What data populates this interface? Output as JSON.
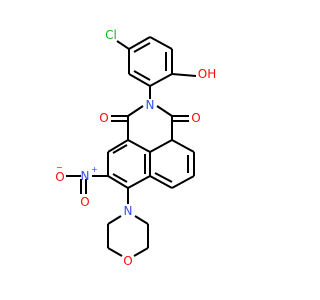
{
  "molecule": {
    "atoms": {
      "cl": "Cl",
      "oh": "OH",
      "n_imide": "N",
      "o_carbonyl_left": "O",
      "o_carbonyl_right": "O",
      "n_nitro": "N",
      "nitro_plus": "+",
      "o_nitro_left": "O",
      "nitro_minus": "−",
      "o_nitro_bottom": "O",
      "n_morpholine": "N",
      "o_morpholine": "O"
    },
    "colors": {
      "bond": "#000000",
      "chlorine": "#1fb01f",
      "oxygen": "#ff0d0d",
      "nitrogen": "#3050f8"
    }
  }
}
